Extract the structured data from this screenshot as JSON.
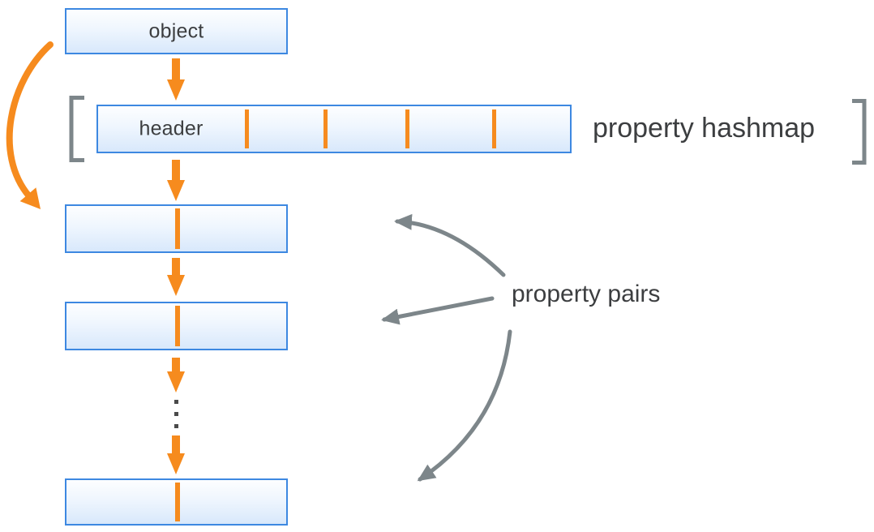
{
  "labels": {
    "object": "object",
    "header": "header",
    "property_hashmap": "property hashmap",
    "property_pairs": "property pairs"
  },
  "structure": {
    "hashmap_slot_dividers": 4,
    "property_pair_boxes": 3,
    "ellipsis_dots": 3
  },
  "colors": {
    "accent_orange": "#F68B1E",
    "box_border_blue": "#3D88E1",
    "box_fill_top": "#FDFEFF",
    "box_fill_bottom": "#D8E8FB",
    "bracket_and_arrow_gray": "#7D868A",
    "text": "#3C3E40"
  }
}
